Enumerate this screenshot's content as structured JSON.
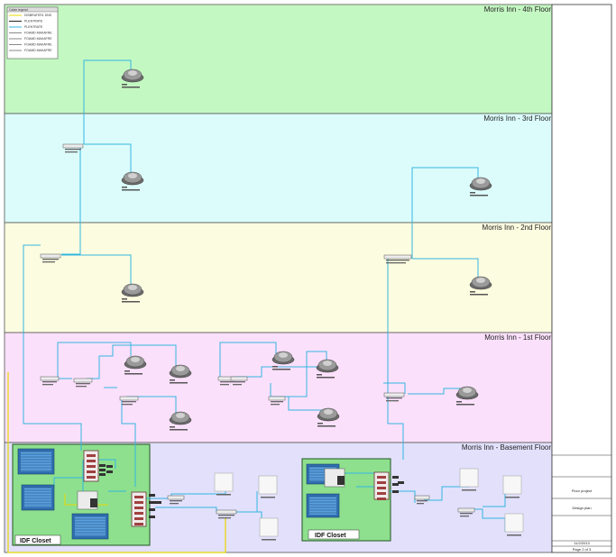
{
  "legend": {
    "title": "Cable legend",
    "items": [
      {
        "label": "DISBRATER1 DNS",
        "color": "#e8d800"
      },
      {
        "label": "PLENTRATE",
        "color": "#222222"
      },
      {
        "label": "PLENTRATE",
        "color": "#33b6e0"
      },
      {
        "label": "FOAMD MAKAFRE",
        "color": "#8a8a8a"
      },
      {
        "label": "FOAMD MAKAFRE",
        "color": "#8a8a8a"
      },
      {
        "label": "FOAMD MAKAFRE",
        "color": "#8a8a8a"
      },
      {
        "label": "FOAMD MAKAFRE",
        "color": "#8a8a8a"
      }
    ]
  },
  "floors": [
    {
      "title": "Morris Inn - 4th Floor",
      "color": "#c4f8c2"
    },
    {
      "title": "Morris Inn - 3rd Floor",
      "color": "#dcfcfc"
    },
    {
      "title": "Morris Inn - 2nd Floor",
      "color": "#fcfce0"
    },
    {
      "title": "Morris Inn - 1st Floor",
      "color": "#fbe0fb"
    },
    {
      "title": "Morris Inn - Basement Floor",
      "color": "#e2e0fb"
    }
  ],
  "closets": [
    {
      "label": "IDF Closet"
    },
    {
      "label": "IDF Closet"
    }
  ],
  "title_block": {
    "rows": [
      "Floor project",
      "Design plan",
      "11/2/2013",
      "Page 2 of 3"
    ]
  },
  "colors": {
    "cable": "#33b6e0",
    "poe": "#e8d800",
    "closet_fill": "#8ee08e",
    "border": "#333333"
  }
}
